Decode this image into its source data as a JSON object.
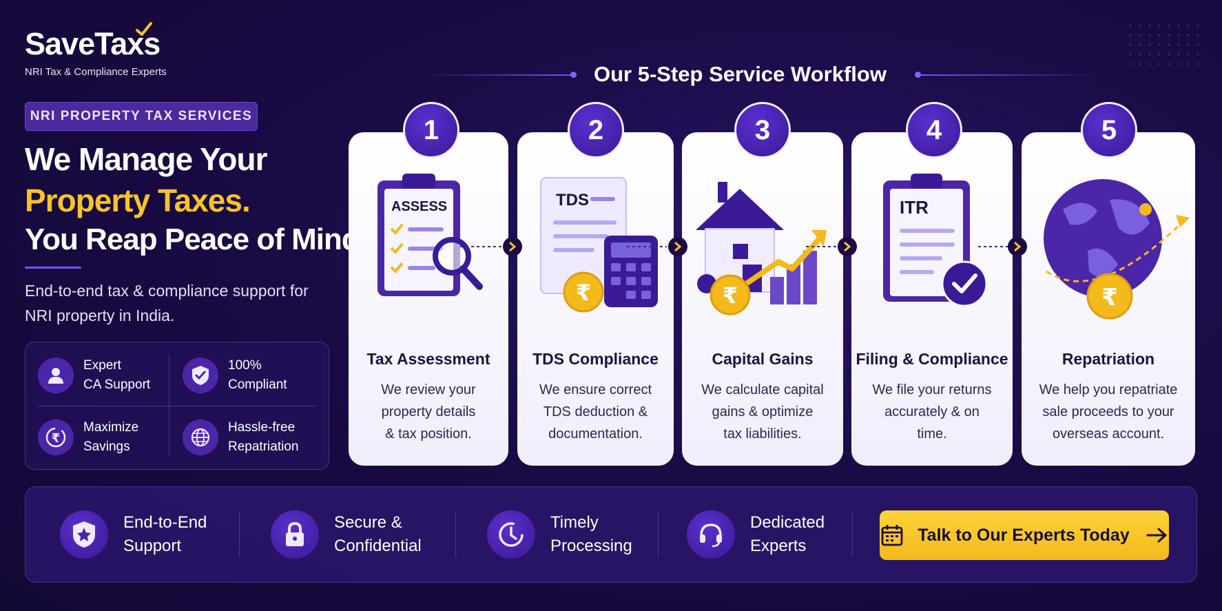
{
  "brand": {
    "name": "SaveTaxs",
    "tagline": "NRI Tax & Compliance Experts"
  },
  "hero": {
    "badge": "NRI PROPERTY TAX SERVICES",
    "line1": "We Manage Your",
    "line2": "Property Taxes.",
    "line3": "You Reap Peace of Mind.",
    "subtitle": "End-to-end tax & compliance support for NRI property in India."
  },
  "features": [
    {
      "icon": "user-icon",
      "line1": "Expert",
      "line2": "CA Support"
    },
    {
      "icon": "shield-check-icon",
      "line1": "100%",
      "line2": "Compliant"
    },
    {
      "icon": "rupee-cycle-icon",
      "line1": "Maximize",
      "line2": "Savings"
    },
    {
      "icon": "globe-icon",
      "line1": "Hassle-free",
      "line2": "Repatriation"
    }
  ],
  "workflow": {
    "title": "Our 5-Step Service Workflow",
    "steps": [
      {
        "num": "1",
        "title": "Tax Assessment",
        "desc": [
          "We review your",
          "property details",
          "& tax position."
        ],
        "illustration": "ASSESS"
      },
      {
        "num": "2",
        "title": "TDS Compliance",
        "desc": [
          "We ensure correct",
          "TDS deduction &",
          "documentation."
        ],
        "illustration": "TDS"
      },
      {
        "num": "3",
        "title": "Capital Gains",
        "desc": [
          "We calculate capital",
          "gains & optimize",
          "tax liabilities."
        ],
        "illustration": ""
      },
      {
        "num": "4",
        "title": "Filing & Compliance",
        "desc": [
          "We file your returns",
          "accurately & on",
          "time."
        ],
        "illustration": "ITR"
      },
      {
        "num": "5",
        "title": "Repatriation",
        "desc": [
          "We help you repatriate",
          "sale proceeds to your",
          "overseas account."
        ],
        "illustration": ""
      }
    ]
  },
  "benefits": [
    {
      "icon": "shield-badge-icon",
      "line1": "End-to-End",
      "line2": "Support"
    },
    {
      "icon": "lock-icon",
      "line1": "Secure &",
      "line2": "Confidential"
    },
    {
      "icon": "clock-icon",
      "line1": "Timely",
      "line2": "Processing"
    },
    {
      "icon": "headset-icon",
      "line1": "Dedicated",
      "line2": "Experts"
    }
  ],
  "cta": {
    "label": "Talk to Our Experts Today",
    "icon": "calendar-icon"
  },
  "colors": {
    "accent": "#f7c325",
    "primary": "#4b26a8",
    "background": "#1a0b45"
  }
}
